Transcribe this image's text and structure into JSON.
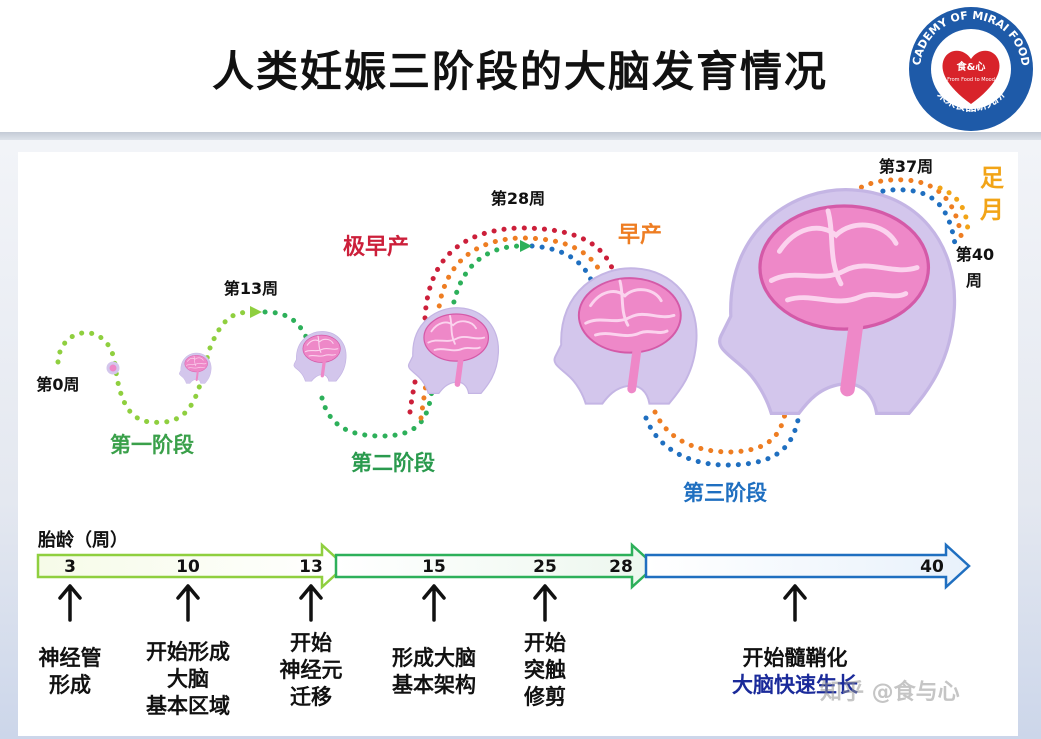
{
  "title": "人类妊娠三阶段的大脑发育情况",
  "logo": {
    "ring_text": "ACADEMY OF MIRAI FOODS",
    "ring_text_cn": "未来食品研究所",
    "heart_text": "食&心",
    "heart_sub": "From Food to Mood",
    "colors": {
      "ring": "#1e5aa8",
      "heart": "#d8232a"
    }
  },
  "stages": {
    "stage1": "第一阶段",
    "stage2": "第二阶段",
    "stage3": "第三阶段"
  },
  "week_markers": {
    "w0": "第0周",
    "w13": "第13周",
    "w28": "第28周",
    "w37": "第37周",
    "w40a": "第40",
    "w40b": "周"
  },
  "birth_labels": {
    "extreme_preterm": "极早产",
    "preterm": "早产",
    "full_term_a": "足",
    "full_term_b": "月"
  },
  "timeline": {
    "axis_label": "胎龄（周）",
    "ticks": [
      "3",
      "10",
      "13",
      "15",
      "25",
      "28",
      "40"
    ]
  },
  "annotations": [
    {
      "lines": [
        "神经管",
        "形成"
      ]
    },
    {
      "lines": [
        "开始形成",
        "大脑",
        "基本区域"
      ]
    },
    {
      "lines": [
        "开始",
        "神经元",
        "迁移"
      ]
    },
    {
      "lines": [
        "形成大脑",
        "基本架构"
      ]
    },
    {
      "lines": [
        "开始",
        "突触",
        "修剪"
      ]
    },
    {
      "lines": [
        "开始髓鞘化",
        "大脑快速生长"
      ]
    }
  ],
  "watermark": "知乎 @食与心",
  "colors": {
    "stage1": "#8fcf3f",
    "stage2": "#2db05a",
    "stage3": "#1f6fc0",
    "extreme_preterm": "#cc1f3a",
    "preterm": "#ee7d22",
    "full_term": "#f2a417",
    "brain": "#ee88c8",
    "head": "#d3c6ec"
  }
}
